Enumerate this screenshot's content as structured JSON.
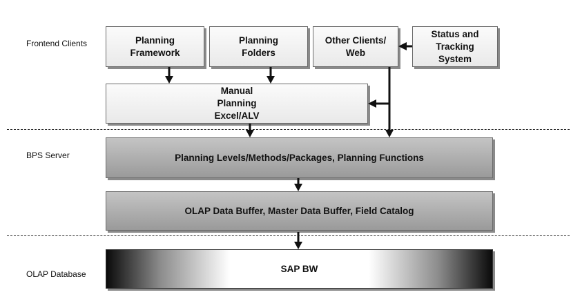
{
  "layers": {
    "frontend": "Frontend Clients",
    "bps": "BPS Server",
    "olap": "OLAP Database"
  },
  "boxes": {
    "planning_framework": "Planning\nFramework",
    "planning_folders": "Planning\nFolders",
    "other_clients": "Other Clients/\nWeb",
    "status_tracking": "Status and\nTracking\nSystem",
    "manual_planning": "Manual\nPlanning\nExcel/ALV",
    "planning_levels": "Planning Levels/Methods/Packages,  Planning Functions",
    "olap_buffer": "OLAP Data Buffer, Master Data Buffer, Field Catalog",
    "sap_bw": "SAP BW"
  }
}
